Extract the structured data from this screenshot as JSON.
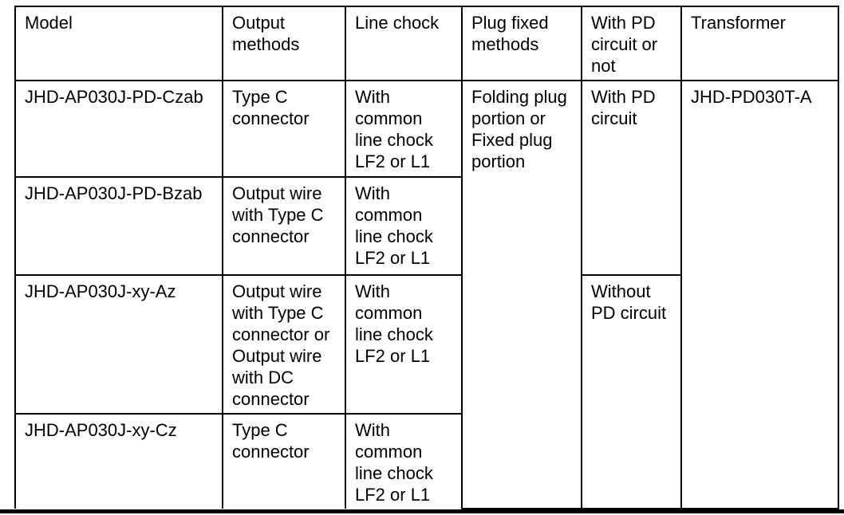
{
  "colors": {
    "background": "#ffffff",
    "border": "#000000",
    "text": "#000000"
  },
  "table": {
    "headers": [
      "Model",
      "Output\nmethods",
      "Line chock",
      "Plug fixed\nmethods",
      "With PD\ncircuit or\nnot",
      "Transformer"
    ],
    "rows": [
      {
        "model": "JHD-AP030J-PD-Czab",
        "output_methods": "Type C\nconnector",
        "line_chock": "With\ncommon\nline chock\nLF2 or L1"
      },
      {
        "model": "JHD-AP030J-PD-Bzab",
        "output_methods": "Output wire\nwith Type C\nconnector",
        "line_chock": "With\ncommon\nline chock\nLF2 or L1"
      },
      {
        "model": "JHD-AP030J-xy-Az",
        "output_methods": "Output wire\nwith Type C\nconnector or\nOutput wire\nwith DC\nconnector",
        "line_chock": "With\ncommon\nline chock\nLF2 or L1"
      },
      {
        "model": "JHD-AP030J-xy-Cz",
        "output_methods": "Type C\nconnector",
        "line_chock": "With\ncommon\nline chock\nLF2 or L1"
      }
    ],
    "plug_fixed_methods": "Folding plug\nportion or\nFixed plug\nportion",
    "pd_circuit_groups": [
      "With PD\ncircuit",
      "Without\nPD circuit"
    ],
    "transformer": "JHD-PD030T-A"
  }
}
